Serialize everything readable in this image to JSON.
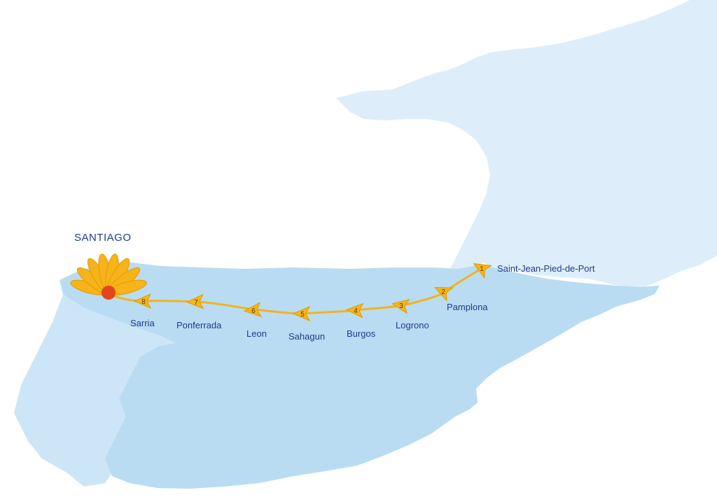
{
  "destination": {
    "label": "SANTIAGO"
  },
  "colors": {
    "france_land": "#ddeefa",
    "portugal_land": "#cde6f7",
    "spain_land": "#b9dcf3",
    "route": "#f0b41e",
    "marker": "#f5b61c",
    "marker_text": "#5a3a00",
    "label": "#1f3a8a",
    "shell_outer": "#f7b31a",
    "shell_center": "#e2461c"
  },
  "icons": {
    "destination_icon": "scallop-shell-icon",
    "stage_marker": "arrow-marker-icon"
  },
  "stages": [
    {
      "number": "1",
      "city": "Saint-Jean-Pied-de-Port"
    },
    {
      "number": "2",
      "city": "Pamplona"
    },
    {
      "number": "3",
      "city": "Logrono"
    },
    {
      "number": "4",
      "city": "Burgos"
    },
    {
      "number": "5",
      "city": "Sahagun"
    },
    {
      "number": "6",
      "city": "Leon"
    },
    {
      "number": "7",
      "city": "Ponferrada"
    },
    {
      "number": "8",
      "city": "Sarria"
    }
  ]
}
